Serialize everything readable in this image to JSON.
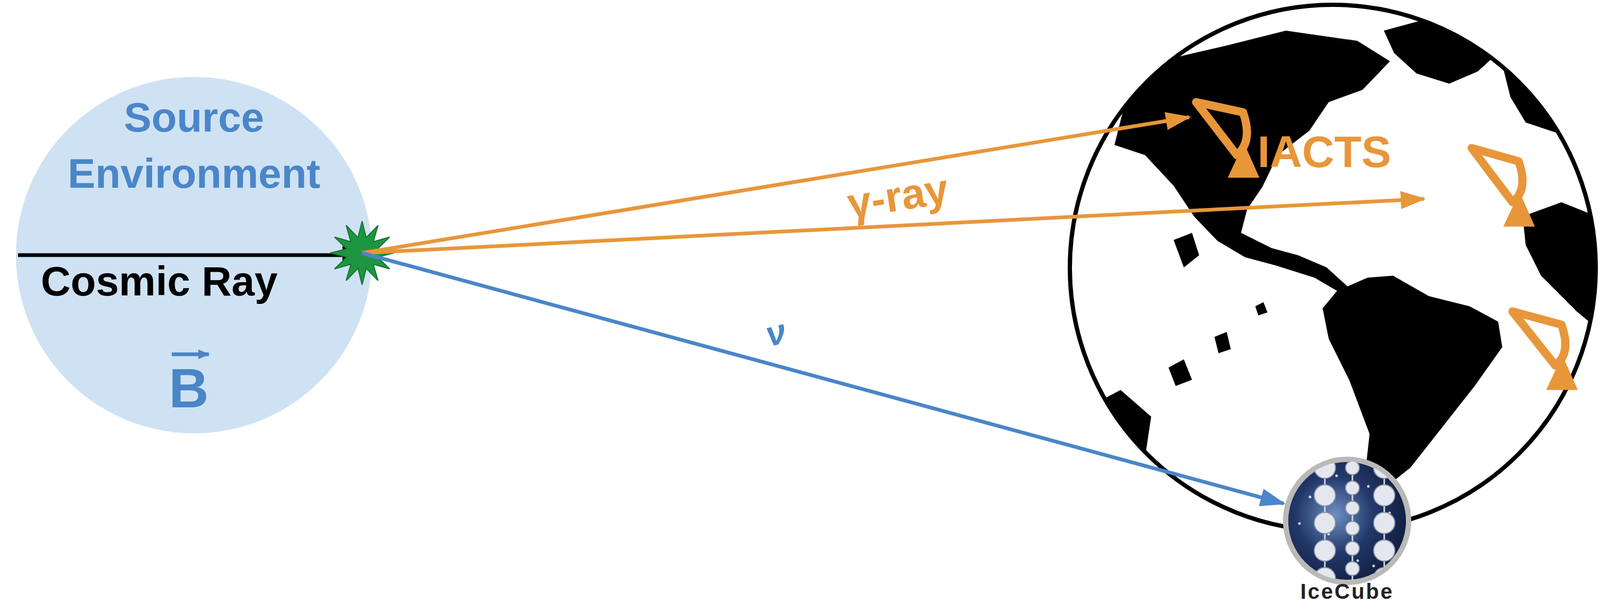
{
  "diagram": {
    "nodes": [
      {
        "text": [
          "Source Environment",
          "Cosmic Ray",
          "B"
        ]
      },
      {
        "text": [
          "IACTS"
        ]
      },
      {
        "text": [
          "IceCube"
        ]
      }
    ],
    "edges": [
      {
        "from": 0,
        "to": 1,
        "label": "γ-ray",
        "arrow": "to"
      },
      {
        "from": 0,
        "to": 1,
        "arrow": "to"
      },
      {
        "from": 0,
        "to": 2,
        "label": "ν",
        "arrow": "to"
      }
    ]
  }
}
